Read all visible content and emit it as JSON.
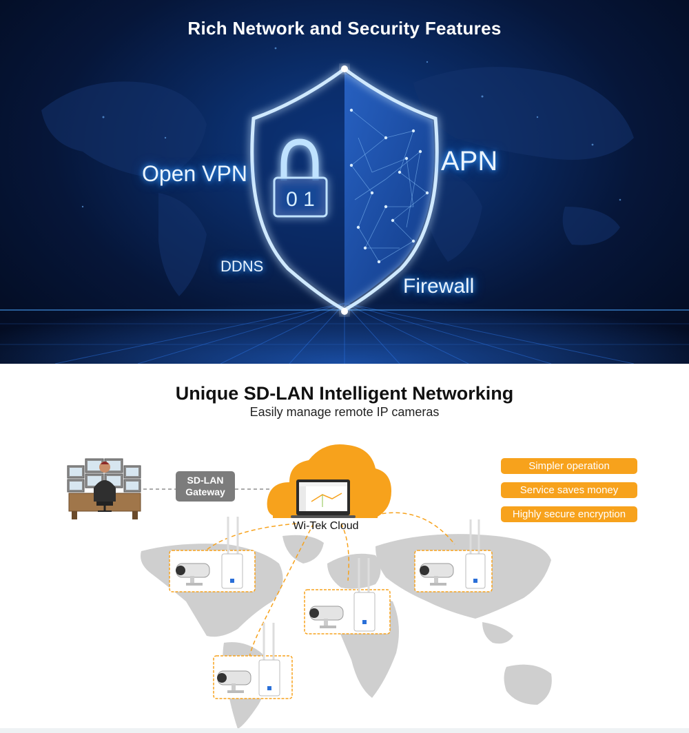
{
  "top": {
    "title": "Rich Network and Security Features",
    "features": {
      "open_vpn": "Open VPN",
      "apn": "APN",
      "ddns": "DDNS",
      "firewall": "Firewall"
    },
    "lock_code": "0 1"
  },
  "bottom": {
    "title": "Unique SD-LAN Intelligent Networking",
    "subtitle": "Easily manage remote IP cameras",
    "gateway_line1": "SD-LAN",
    "gateway_line2": "Gateway",
    "cloud_label": "Wi-Tek Cloud",
    "benefits": [
      "Simpler operation",
      "Service saves money",
      "Highly secure encryption"
    ]
  },
  "colors": {
    "accent_orange": "#f7a21c",
    "glow_blue": "#3aa0ff",
    "map_gray": "#cfcfcf",
    "gateway_gray": "#7c7c7c"
  },
  "icons": [
    "shield-icon",
    "padlock-icon",
    "operator-icon",
    "cloud-icon",
    "laptop-icon",
    "ip-camera-icon",
    "wifi-access-point-icon",
    "world-map-icon"
  ]
}
